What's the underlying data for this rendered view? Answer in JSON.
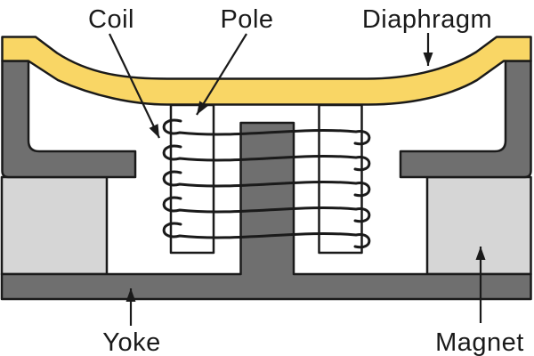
{
  "diagram": {
    "labels": {
      "coil": "Coil",
      "pole": "Pole",
      "diaphragm": "Diaphragm",
      "yoke": "Yoke",
      "magnet": "Magnet"
    },
    "colors": {
      "diaphragm_fill": "#F9D665",
      "yoke_fill": "#6F6F6F",
      "magnet_fill": "#D6D6D6",
      "pole_tube_fill": "#FFFFFF",
      "outline": "#1A1A1A",
      "label_text": "#1A1A1A",
      "background": "#FFFFFF"
    }
  }
}
